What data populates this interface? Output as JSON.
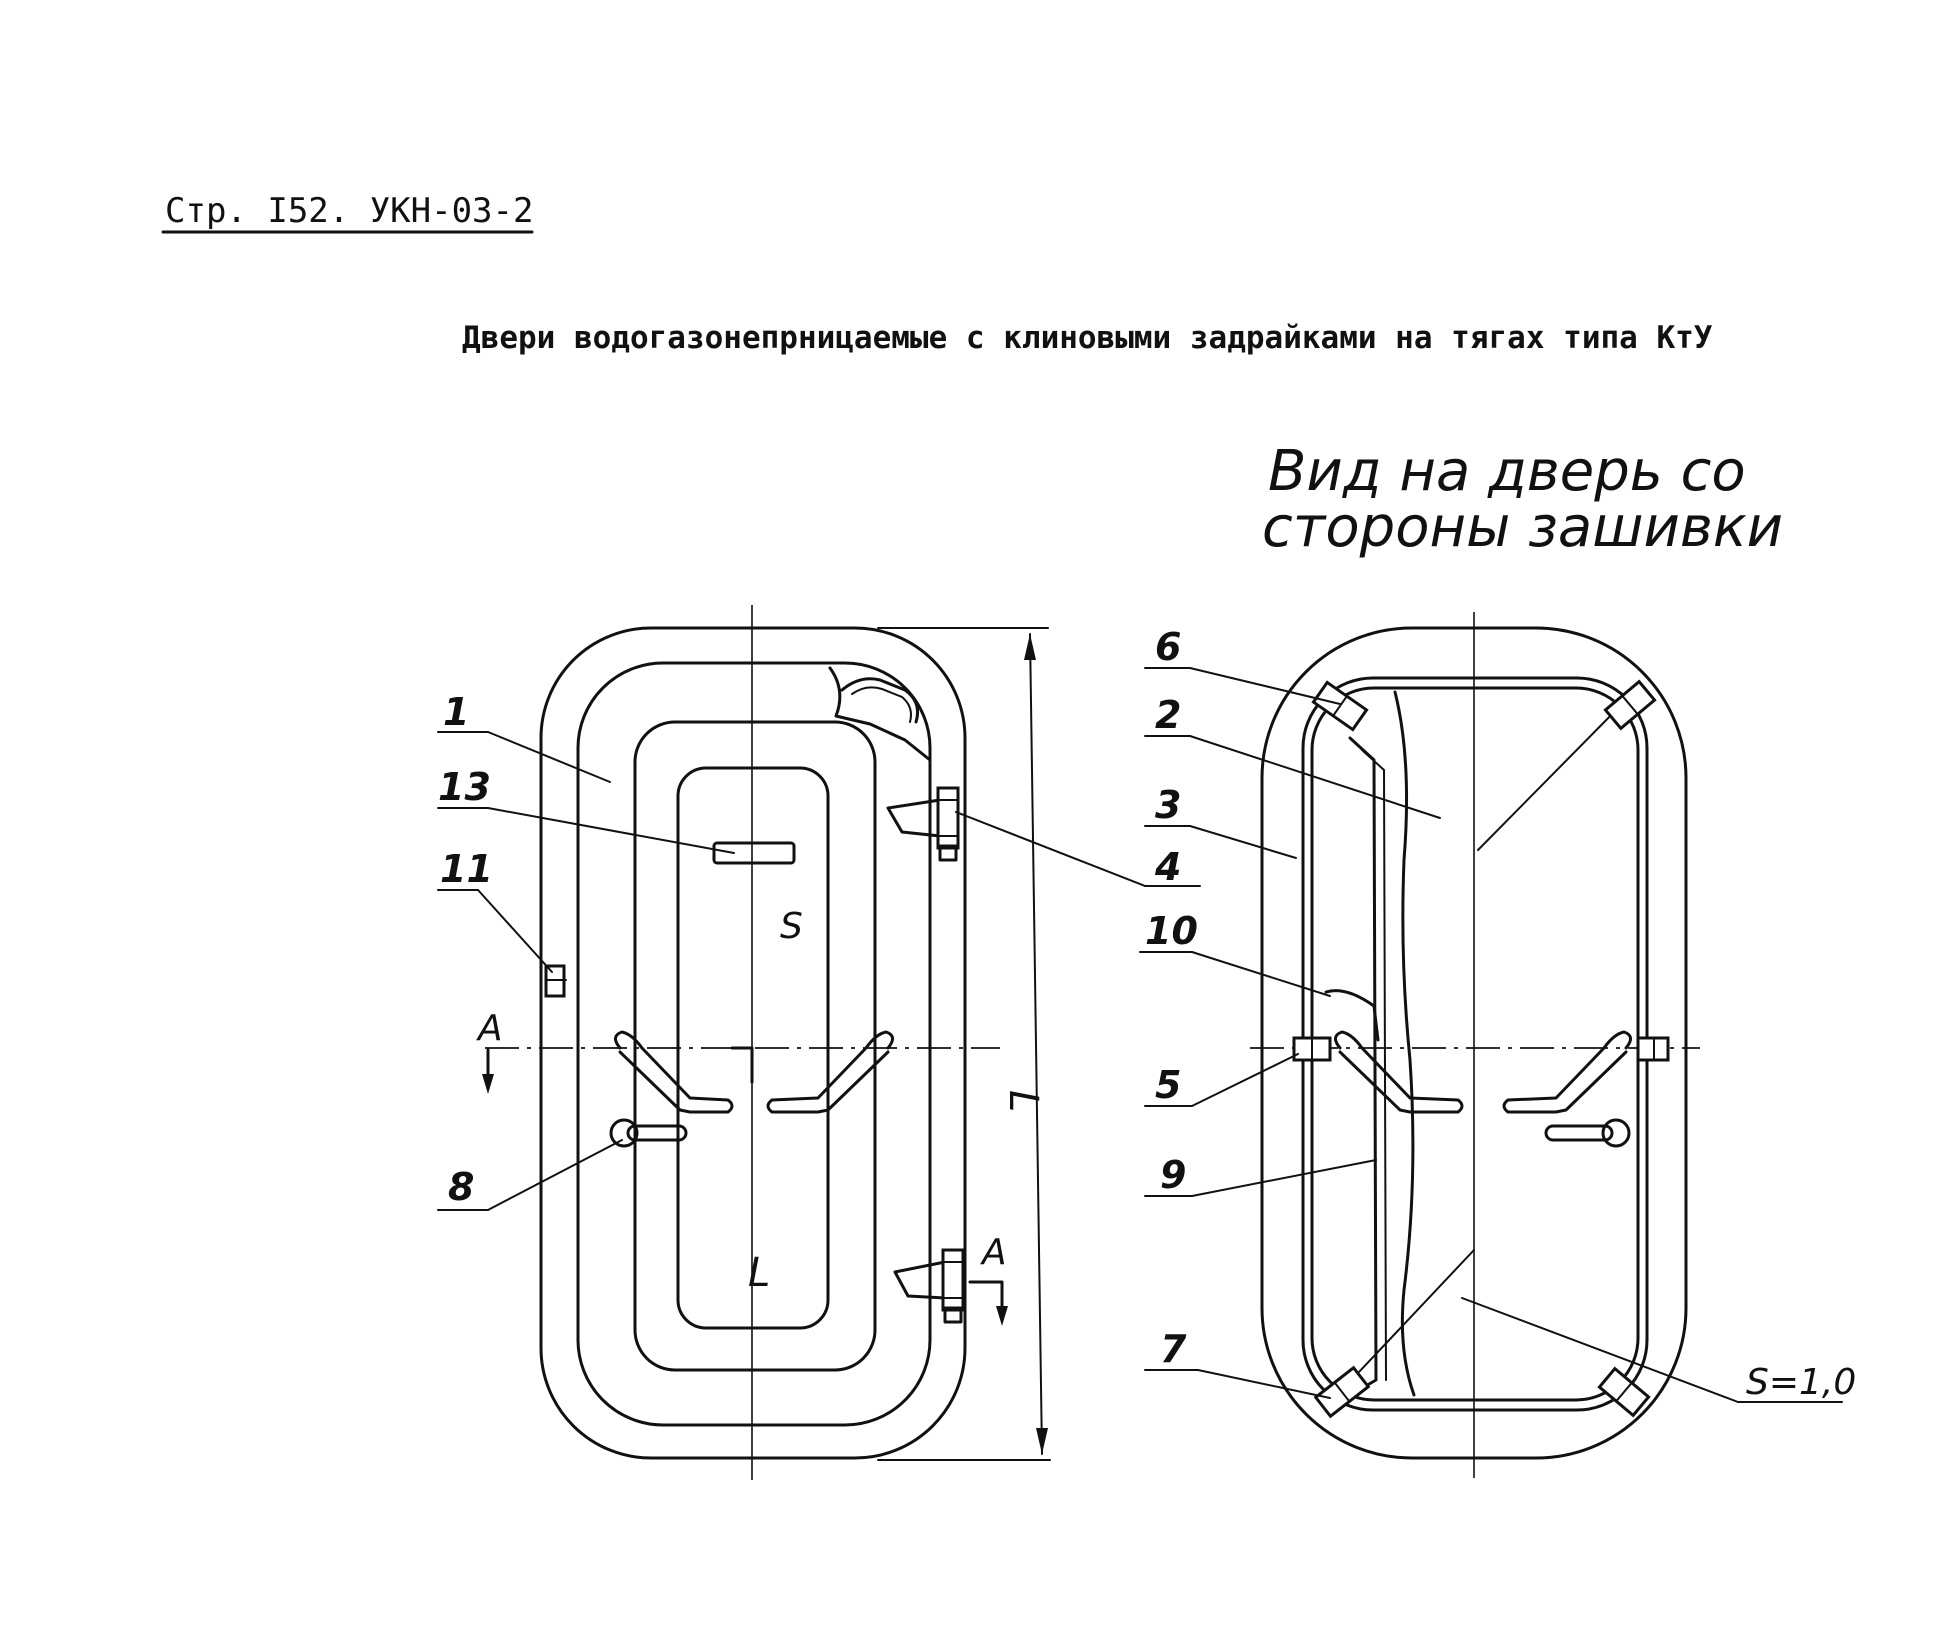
{
  "header": {
    "page_ref": "Стр. I52. УКН-03-2"
  },
  "title": "Двери водогазонепрницаемые с клиновыми задрайками на тягах типа КтУ",
  "view_caption": {
    "line1": "Вид на дверь со",
    "line2": "стороны зашивки"
  },
  "left_view": {
    "section_mark_top": "A",
    "section_mark_bottom": "A",
    "dim_length": "L",
    "plate_thickness_label": "S",
    "length_label": "L",
    "callouts": [
      "1",
      "13",
      "11",
      "8",
      "4"
    ]
  },
  "right_view": {
    "callouts": [
      "6",
      "2",
      "3",
      "10",
      "5",
      "9",
      "7"
    ],
    "sheet_thickness": "S=1,0"
  }
}
